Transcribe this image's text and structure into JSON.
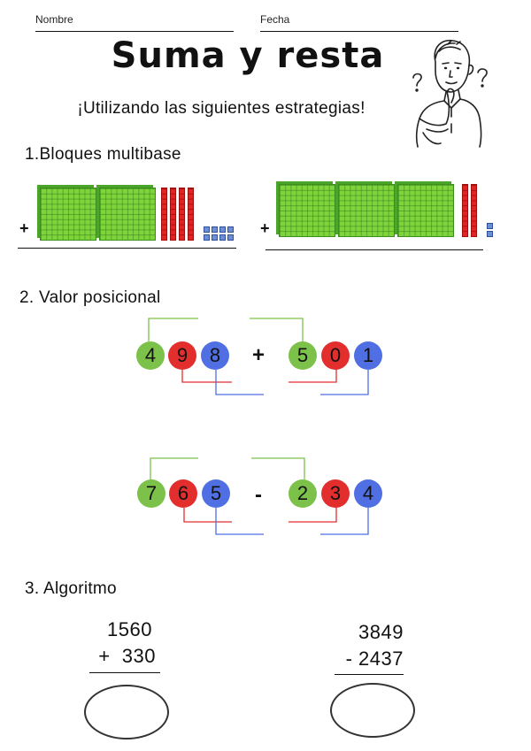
{
  "header": {
    "name_label": "Nombre",
    "date_label": "Fecha"
  },
  "title": "Suma y resta",
  "subtitle": "¡Utilizando las siguientes estrategias!",
  "sections": {
    "blocks": {
      "label": "1.Bloques multibase",
      "operator": "+",
      "left": {
        "hundreds": 2,
        "tens": 4,
        "ones": 8
      },
      "right": {
        "hundreds": 3,
        "tens": 2,
        "ones": 2
      }
    },
    "place_value": {
      "label": "2. Valor posicional",
      "addition": {
        "a": [
          "4",
          "9",
          "8"
        ],
        "op": "+",
        "b": [
          "5",
          "0",
          "1"
        ]
      },
      "subtraction": {
        "a": [
          "7",
          "6",
          "5"
        ],
        "op": "-",
        "b": [
          "2",
          "3",
          "4"
        ]
      }
    },
    "algorithm": {
      "label": "3. Algoritmo",
      "addition": {
        "top": "1560",
        "bottom": "+  330"
      },
      "subtraction": {
        "top": "3849",
        "bottom": "- 2437"
      }
    }
  },
  "colors": {
    "hundreds": "#7cc24a",
    "tens": "#e32e2e",
    "ones": "#4f6fe3"
  },
  "icons": [
    "thinking-boy-illustration",
    "question-mark-icon"
  ]
}
